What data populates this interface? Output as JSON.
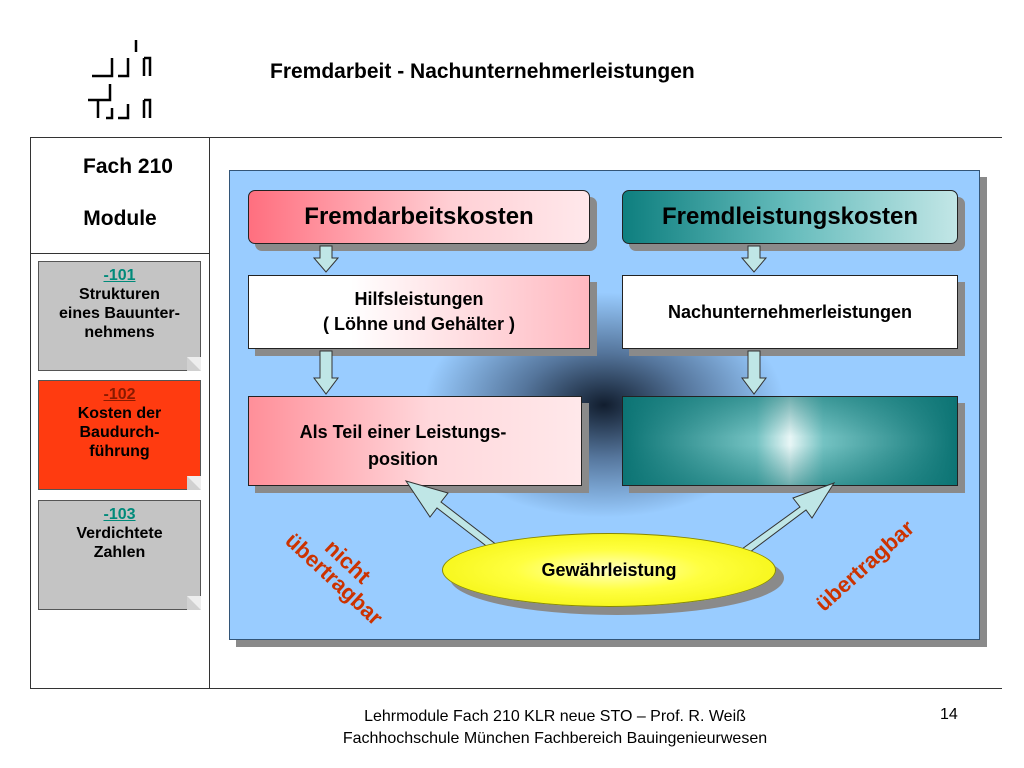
{
  "slide": {
    "title": "Fremdarbeit - Nachunternehmerleistungen"
  },
  "sidebar": {
    "fach": "Fach 210",
    "module_heading": "Module",
    "modules": [
      {
        "code": "-101",
        "line1": "Strukturen",
        "line2": "eines Bauunter-",
        "line3": "nehmens"
      },
      {
        "code": "-102",
        "line1": "Kosten der",
        "line2": "Baudurch-",
        "line3": "führung"
      },
      {
        "code": "-103",
        "line1": "Verdichtete",
        "line2": "Zahlen"
      }
    ]
  },
  "diagram": {
    "left_header": "Fremdarbeitskosten",
    "right_header": "Fremdleistungskosten",
    "mid_left_line1": "Hilfsleistungen",
    "mid_left_line2": "( Löhne und Gehälter )",
    "mid_right": "Nachunternehmerleistungen",
    "low_left_line1": "Als Teil einer Leistungs-",
    "low_left_line2": "position",
    "warranty": "Gewährleistung",
    "not_transferable_line1": "nicht",
    "not_transferable_line2": "übertragbar",
    "transferable": "übertragbar"
  },
  "footer": {
    "line1": "Lehrmodule Fach 210 KLR neue STO – Prof. R. Weiß",
    "line2": "Fachhochschule München Fachbereich Bauingenieurwesen",
    "page": "14"
  },
  "colors": {
    "panel_blue": "#99ccff",
    "accent_red": "#ff3b10",
    "teal": "#0e7f7f",
    "warranty_yellow": "#ffff40",
    "label_red": "#cc3300",
    "module_code_teal": "#008a7a"
  }
}
